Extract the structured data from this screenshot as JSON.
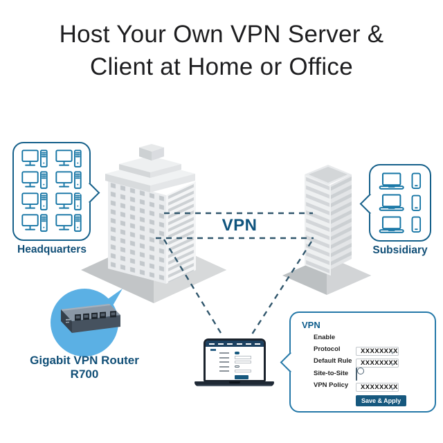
{
  "title": {
    "line1": "Host Your Own VPN Server &",
    "line2": "Client at Home or Office"
  },
  "network": {
    "left_group": {
      "label": "Headquarters",
      "device_type": "desktop-computer",
      "device_count": 8
    },
    "right_group": {
      "label": "Subsidiary",
      "device_type": "laptop-and-phone",
      "device_rows": 3
    },
    "link_label": "VPN",
    "link_style": "dashed-tunnel"
  },
  "product": {
    "name_line1": "Gigabit VPN Router",
    "name_line2": "R700"
  },
  "vpn_panel": {
    "title": "VPN",
    "rows": [
      {
        "label": "Enable",
        "control": "toggle",
        "state": "on"
      },
      {
        "label": "Protocol",
        "control": "select",
        "value": "XXXXXXXX"
      },
      {
        "label": "Default Rule",
        "control": "select",
        "value": "XXXXXXXX"
      },
      {
        "label": "Site-to-Site",
        "control": "toggle",
        "state": "off"
      },
      {
        "label": "VPN Policy",
        "control": "select",
        "value": "XXXXXXXX"
      }
    ],
    "button": "Save & Apply"
  },
  "icons": [
    "desktop-computer-icon",
    "laptop-icon",
    "smartphone-icon",
    "vpn-router-image",
    "toggle-on-icon",
    "toggle-off-icon",
    "select-chevron-icon"
  ],
  "colors": {
    "accent_text": "#114f77",
    "vpn_label": "#0e537d",
    "bubble_border": "#15608a",
    "panel_border": "#2478a8",
    "icon_stroke": "#1474a4",
    "dashed_line": "#30566c",
    "router_bubble_blue": "#5bb0e4",
    "button_bg": "#16587e",
    "title_text": "#1d1d1f"
  }
}
